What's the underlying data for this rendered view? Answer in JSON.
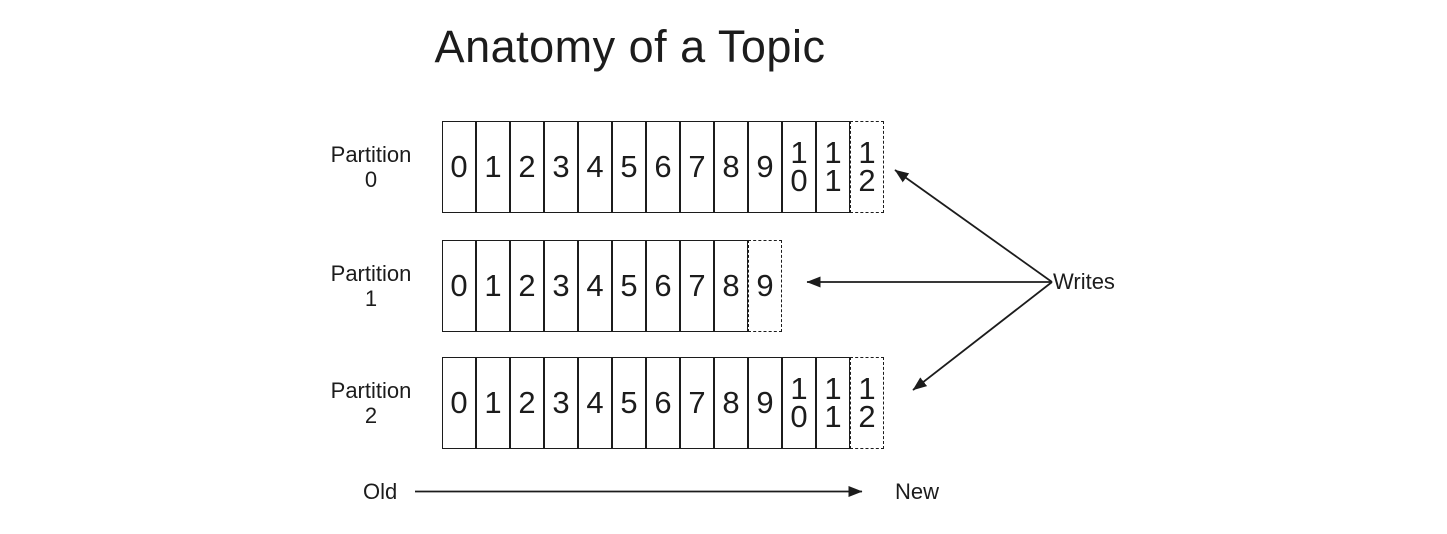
{
  "title": "Anatomy of a Topic",
  "writes_label": "Writes",
  "timeline": {
    "old_label": "Old",
    "new_label": "New"
  },
  "colors": {
    "ink": "#1c1c1c",
    "background": "#ffffff"
  },
  "partitions": [
    {
      "label_line1": "Partition",
      "label_line2": "0",
      "committed_cells": [
        "0",
        "1",
        "2",
        "3",
        "4",
        "5",
        "6",
        "7",
        "8",
        "9",
        "10",
        "11"
      ],
      "next_write_cell": "12"
    },
    {
      "label_line1": "Partition",
      "label_line2": "1",
      "committed_cells": [
        "0",
        "1",
        "2",
        "3",
        "4",
        "5",
        "6",
        "7",
        "8"
      ],
      "next_write_cell": "9"
    },
    {
      "label_line1": "Partition",
      "label_line2": "2",
      "committed_cells": [
        "0",
        "1",
        "2",
        "3",
        "4",
        "5",
        "6",
        "7",
        "8",
        "9",
        "10",
        "11"
      ],
      "next_write_cell": "12"
    }
  ]
}
